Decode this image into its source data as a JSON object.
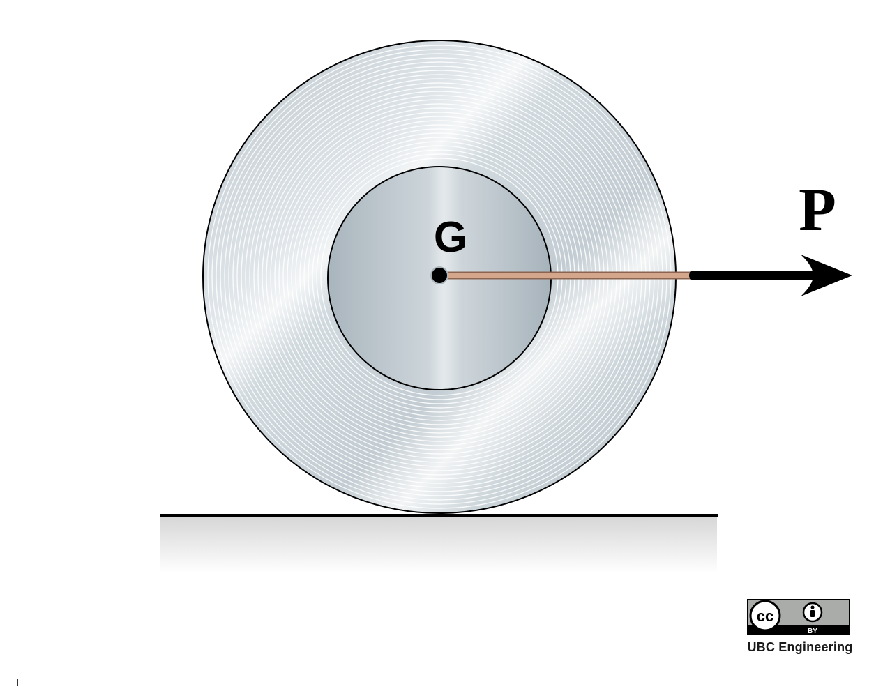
{
  "diagram": {
    "center_label": "G",
    "force_label": "P"
  },
  "license": {
    "badge_cc": "cc",
    "badge_by": "BY",
    "icons": [
      "cc-icon",
      "attribution-person-icon"
    ],
    "credit": "UBC Engineering"
  },
  "colors": {
    "spool_face": "#c9d3d9",
    "hub": "#b7c2c9",
    "cable": "#c99a80",
    "arrow": "#000000",
    "ground": "#000000",
    "badge_bg": "#aaaaaa"
  }
}
